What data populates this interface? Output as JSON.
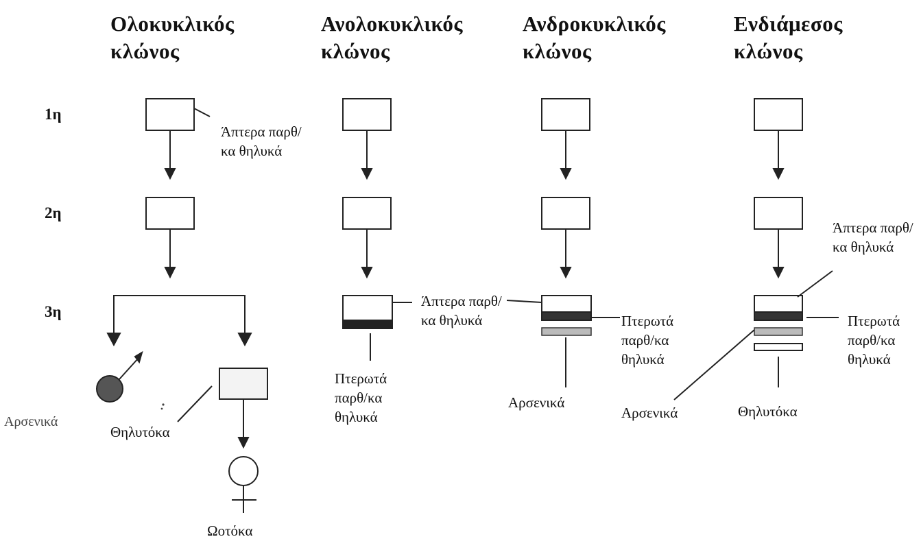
{
  "headers": {
    "holocyclic": "Ολοκυκλικός κλώνος",
    "anholocyclic": "Ανολοκυκλικός κλώνος",
    "androcyclic": "Ανδροκυκλικός κλώνος",
    "intermediate": "Ενδιάμεσος κλώνος"
  },
  "generations": {
    "first": "1η",
    "second": "2η",
    "third": "3η"
  },
  "labels": {
    "apterous": "Άπτερα παρθ/κα θηλυκά",
    "winged": "Πτερωτά παρθ/κα θηλυκά",
    "males": "Αρσενικά",
    "males_faded": "Αρσενικά",
    "oviparae": "Θηλυτόκα",
    "eggs": "Ωοτόκα"
  }
}
